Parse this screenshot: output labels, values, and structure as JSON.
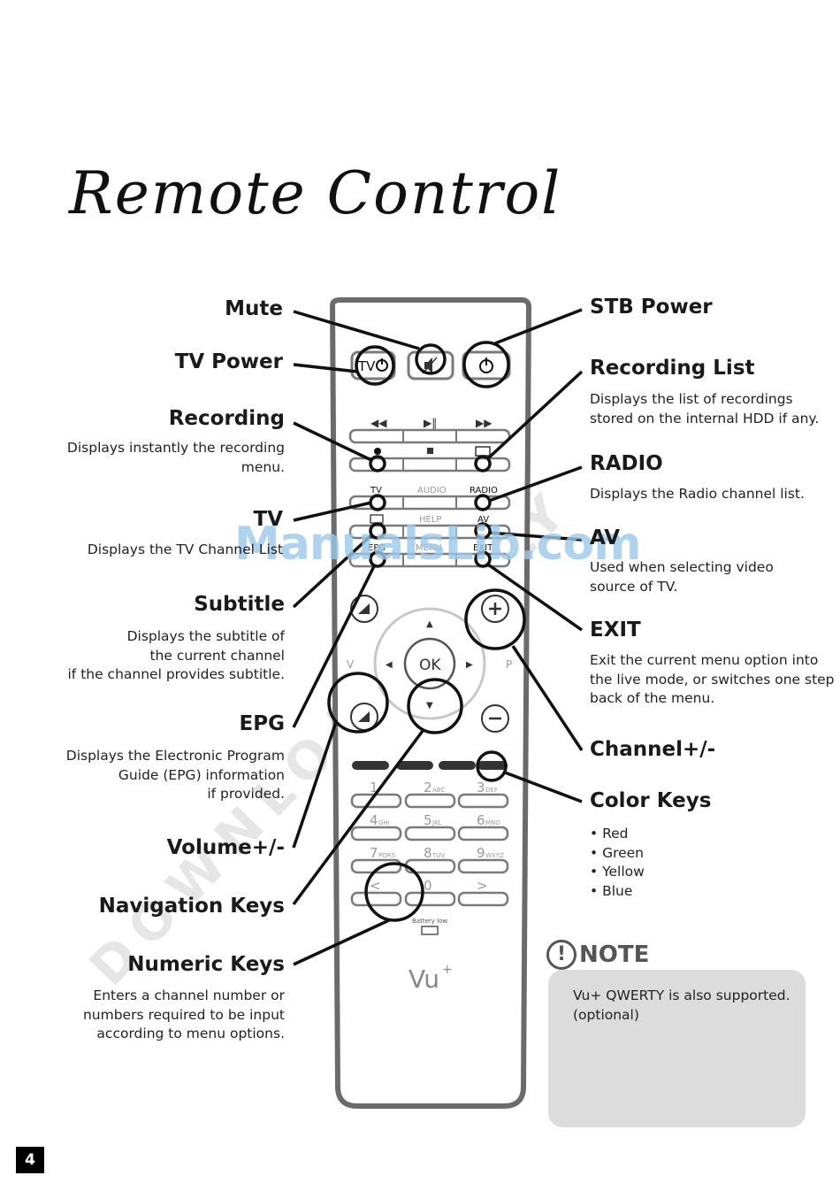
{
  "title": "Remote Control",
  "watermark": "DOWNLOAD ONLY",
  "site_watermark": "ManualsLib.com",
  "left_labels": [
    {
      "id": "mute",
      "label": "Mute",
      "desc": []
    },
    {
      "id": "tv-power",
      "label": "TV Power",
      "desc": []
    },
    {
      "id": "recording",
      "label": "Recording",
      "desc": [
        "Displays instantly the recording",
        "menu."
      ]
    },
    {
      "id": "tv",
      "label": "TV",
      "desc": [
        "Displays the TV Channel List"
      ]
    },
    {
      "id": "subtitle",
      "label": "Subtitle",
      "desc": [
        "Displays the subtitle of",
        "the current channel",
        "if the channel provides subtitle."
      ]
    },
    {
      "id": "epg",
      "label": "EPG",
      "desc": [
        "Displays the Electronic Program",
        "Guide (EPG) information",
        "if provided."
      ]
    },
    {
      "id": "volume",
      "label": "Volume+/-",
      "desc": []
    },
    {
      "id": "navigation",
      "label": "Navigation Keys",
      "desc": []
    },
    {
      "id": "numeric",
      "label": "Numeric Keys",
      "desc": [
        "Enters a channel number or",
        "numbers required to be input",
        "according to menu options."
      ]
    }
  ],
  "right_labels": [
    {
      "id": "stb-power",
      "label": "STB Power",
      "desc": []
    },
    {
      "id": "recording-list",
      "label": "Recording List",
      "desc": [
        "Displays the list of recordings",
        "stored on the internal HDD if any."
      ]
    },
    {
      "id": "radio",
      "label": "RADIO",
      "desc": [
        "Displays the Radio channel list."
      ]
    },
    {
      "id": "av",
      "label": "AV",
      "desc": [
        "Used when selecting video",
        "source of TV."
      ]
    },
    {
      "id": "exit",
      "label": "EXIT",
      "desc": [
        "Exit the current menu option into",
        "the live mode, or switches one step",
        "back of the menu."
      ]
    },
    {
      "id": "channel",
      "label": "Channel+/-",
      "desc": []
    },
    {
      "id": "color-keys",
      "label": "Color Keys",
      "desc": [
        "• Red",
        "• Green",
        "• Yellow",
        "• Blue"
      ]
    }
  ],
  "remote": {
    "tv_power": "TV",
    "row_labels_1": [
      "TV",
      "AUDIO",
      "RADIO"
    ],
    "row_labels_2": [
      "HELP",
      "AV"
    ],
    "row_labels_3": [
      "EPG",
      "MENU",
      "EXIT"
    ],
    "side_v": "V",
    "side_p": "P",
    "ok": "OK",
    "numpad": [
      {
        "num": "1",
        "sub": ""
      },
      {
        "num": "2",
        "sub": "ABC"
      },
      {
        "num": "3",
        "sub": "DEF"
      },
      {
        "num": "4",
        "sub": "GHI"
      },
      {
        "num": "5",
        "sub": "JKL"
      },
      {
        "num": "6",
        "sub": "MNO"
      },
      {
        "num": "7",
        "sub": "PQRS"
      },
      {
        "num": "8",
        "sub": "TUV"
      },
      {
        "num": "9",
        "sub": "WXYZ"
      },
      {
        "num": "<",
        "sub": ""
      },
      {
        "num": "0",
        "sub": ""
      },
      {
        "num": ">",
        "sub": ""
      }
    ],
    "battery": "Battery low",
    "brand": "Vu",
    "brand_sup": "+"
  },
  "note": {
    "heading": "NOTE",
    "icon": "exclamation-icon",
    "lines": [
      "Vu+ QWERTY is also supported.",
      "(optional)"
    ]
  },
  "page_number": "4"
}
